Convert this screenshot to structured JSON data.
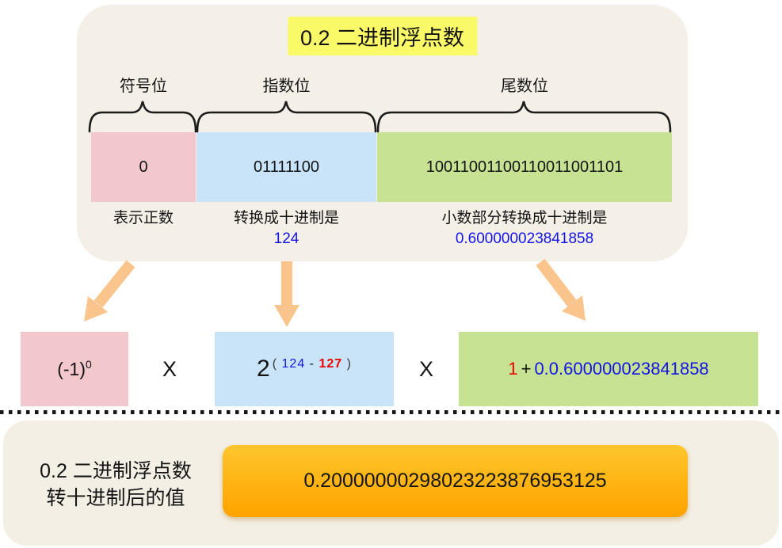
{
  "top_card": {
    "title": "0.2 二进制浮点数",
    "fields": [
      {
        "label": "符号位",
        "bits": "0",
        "caption": "表示正数",
        "value": ""
      },
      {
        "label": "指数位",
        "bits": "01111100",
        "caption": "转换成十进制是",
        "value": "124"
      },
      {
        "label": "尾数位",
        "bits": "10011001100110011001101",
        "caption": "小数部分转换成十进制是",
        "value": "0.600000023841858"
      }
    ]
  },
  "formula": {
    "sign_base": "(-1)",
    "sign_exp": "0",
    "times": "X",
    "exp_base": "2",
    "exp_open": "(",
    "exp_val": "124",
    "exp_minus": "-",
    "exp_bias": "127",
    "exp_close": ")",
    "man_one": "1",
    "man_plus": "+",
    "man_value": "0.0.600000023841858"
  },
  "result": {
    "label_line1": "0.2 二进制浮点数",
    "label_line2": "转十进制后的值",
    "value": "0.20000000298023223876953125"
  },
  "colors": {
    "card_bg": "#F4F0E7",
    "title_highlight": "#FAFA69",
    "sign_box": "#F2C8CC",
    "exponent_box": "#C9E3F8",
    "mantissa_box": "#C6E292",
    "arrow": "#F9C58C",
    "value_blue": "#1414E8",
    "value_red": "#EE0000",
    "result_box_top": "#FFC62E",
    "result_box_bottom": "#FFA300"
  }
}
